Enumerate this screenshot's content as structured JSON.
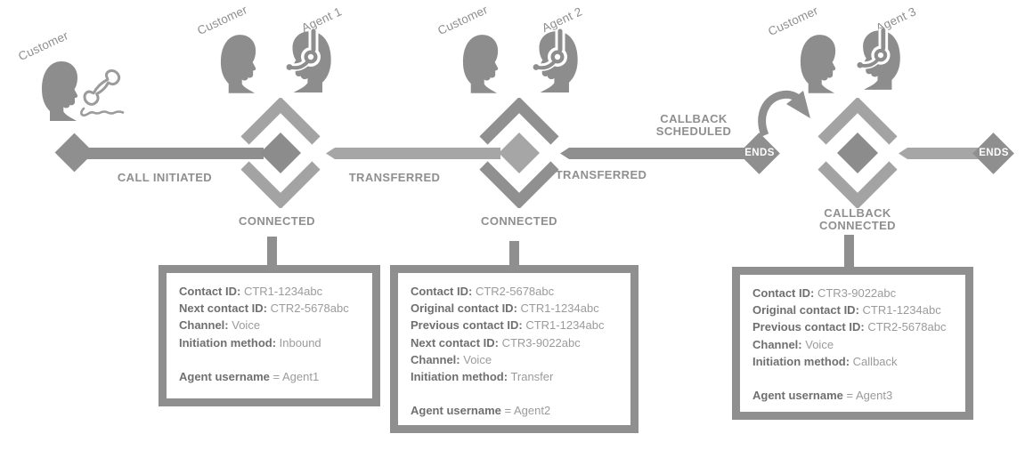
{
  "timeline": {
    "call_initiated": "CALL INITIATED",
    "transferred_1": "TRANSFERRED",
    "transferred_2": "TRANSFERRED",
    "callback_scheduled": [
      "CALLBACK",
      "SCHEDULED"
    ],
    "connected_1": "CONNECTED",
    "connected_2": "CONNECTED",
    "callback_connected": [
      "CALLBACK",
      "CONNECTED"
    ],
    "ends_1": "ENDS",
    "ends_2": "ENDS"
  },
  "people": {
    "caller": "Customer",
    "pair1": {
      "customer": "Customer",
      "agent": "Agent 1"
    },
    "pair2": {
      "customer": "Customer",
      "agent": "Agent 2"
    },
    "pair3": {
      "customer": "Customer",
      "agent": "Agent 3"
    }
  },
  "ctr_boxes": [
    {
      "fields": [
        {
          "label": "Contact ID:",
          "value": "CTR1-1234abc"
        },
        {
          "label": "Next contact ID:",
          "value": "CTR2-5678abc"
        },
        {
          "label": "Channel:",
          "value": "Voice"
        },
        {
          "label": "Initiation method:",
          "value": "Inbound"
        }
      ],
      "agent_label": "Agent username",
      "agent_value": "= Agent1"
    },
    {
      "fields": [
        {
          "label": "Contact ID:",
          "value": "CTR2-5678abc"
        },
        {
          "label": "Original contact ID:",
          "value": "CTR1-1234abc"
        },
        {
          "label": "Previous contact ID:",
          "value": "CTR1-1234abc"
        },
        {
          "label": "Next contact ID:",
          "value": "CTR3-9022abc"
        },
        {
          "label": "Channel:",
          "value": "Voice"
        },
        {
          "label": "Initiation method:",
          "value": "Transfer"
        }
      ],
      "agent_label": "Agent username",
      "agent_value": "= Agent2"
    },
    {
      "fields": [
        {
          "label": "Contact ID:",
          "value": "CTR3-9022abc"
        },
        {
          "label": "Original contact ID:",
          "value": "CTR1-1234abc"
        },
        {
          "label": "Previous contact ID:",
          "value": "CTR2-5678abc"
        },
        {
          "label": "Channel:",
          "value": "Voice"
        },
        {
          "label": "Initiation method:",
          "value": "Callback"
        }
      ],
      "agent_label": "Agent username",
      "agent_value": "= Agent3"
    }
  ],
  "icons": {
    "customer": "person-profile-icon",
    "agent": "agent-headset-icon",
    "phone": "phone-handset-icon",
    "callback_arrow": "curved-arrow-icon"
  },
  "colors": {
    "dark_gray": "#8f8f8f",
    "light_gray": "#a6a6a6",
    "marker_outline_light": "#a3a3a3",
    "marker_inner_dark": "#8c8c8c",
    "icon_gray": "#8d8d8d",
    "box_label_text": "#6f6f6f",
    "box_value_text": "#9b9b9b",
    "background": "#ffffff"
  }
}
